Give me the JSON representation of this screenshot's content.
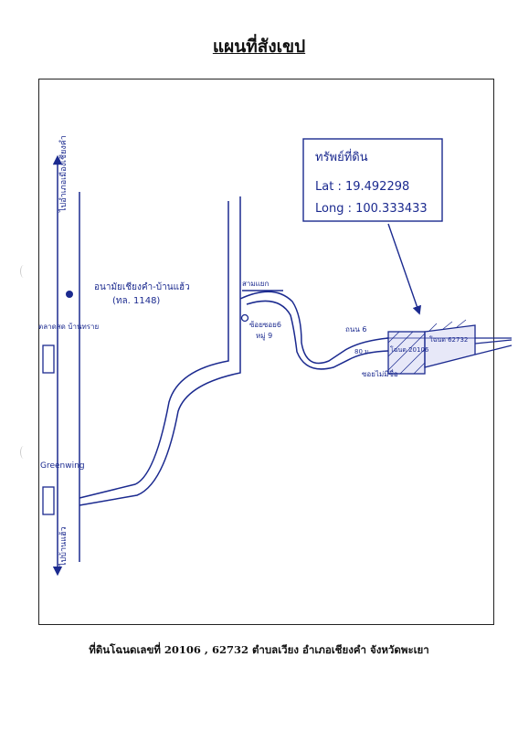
{
  "title": "แผนที่สังเขป",
  "caption": "ที่ดินโฉนดเลขที่  20106 , 62732  ตำบลเวียง อำเภอเชียงคำ จังหวัดพะเยา",
  "colors": {
    "ink": "#1b2a8f",
    "border": "#222222"
  },
  "map": {
    "coordinates_box": {
      "heading": "ทรัพย์ที่ดิน",
      "lat_label": "Lat : 19.492298",
      "long_label": "Long : 100.333433"
    },
    "labels": {
      "to_chiangkham": "ไปอำเภอเมืองเชียงคำ",
      "highway": "อนามัยเชียงคำ-บ้านแฮ้ว",
      "highway_code": "(ทล. 1148)",
      "shop_top": "ตลาดสด บ้านทราย",
      "greenwing": "Greenwing",
      "to_banhaew": "ไปบ้านแฮ้ว",
      "junction": "สามแยก",
      "soi_name": "ซ้อยซอย6",
      "moo": "หมู่ 9",
      "road_width": "ถนน 6",
      "road_distance": "80 ม.",
      "parcel_1": "โฉนด 20106",
      "parcel_2": "โฉนด 62732",
      "dead_end": "ซอยไม่มีชื่อ"
    }
  }
}
